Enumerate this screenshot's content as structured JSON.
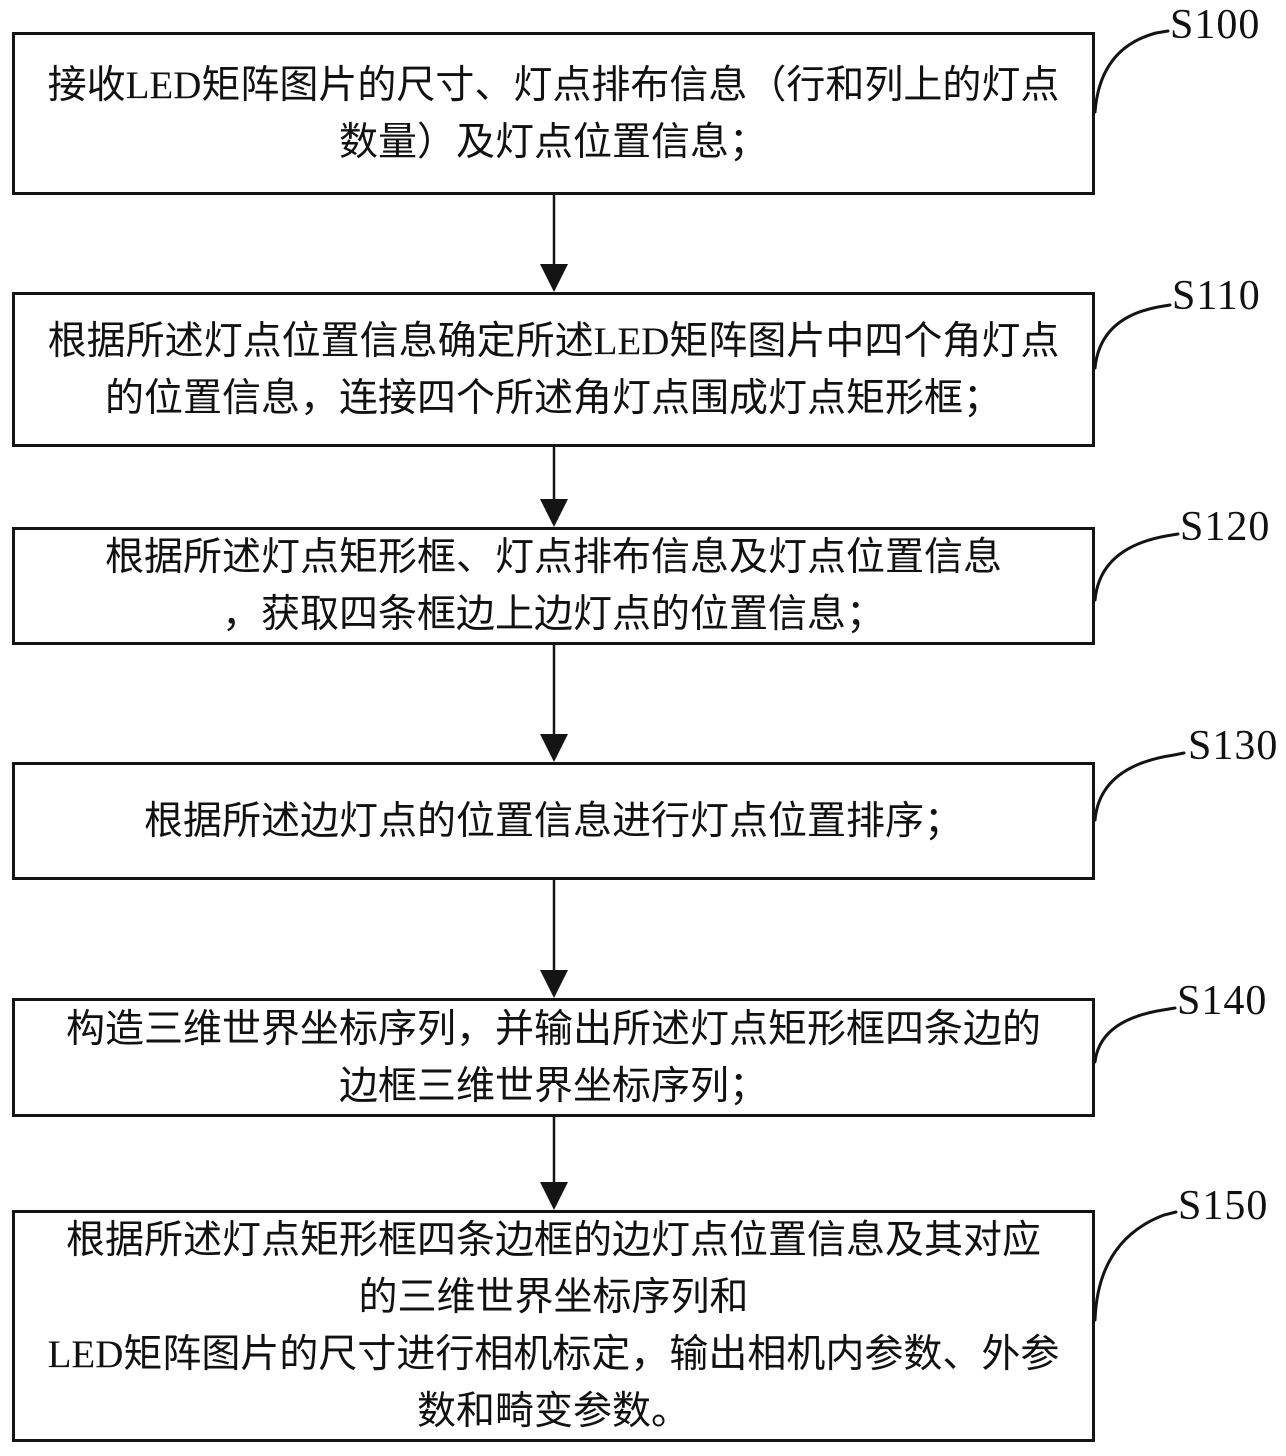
{
  "figure": {
    "type": "flowchart",
    "colors": {
      "ink": "#111111",
      "background": "#ffffff"
    },
    "steps": [
      {
        "id": "S100",
        "text": "接收LED矩阵图片的尺寸、灯点排布信息（行和列上的灯点\n数量）及灯点位置信息；"
      },
      {
        "id": "S110",
        "text": "根据所述灯点位置信息确定所述LED矩阵图片中四个角灯点\n的位置信息，连接四个所述角灯点围成灯点矩形框；"
      },
      {
        "id": "S120",
        "text": "根据所述灯点矩形框、灯点排布信息及灯点位置信息\n，获取四条框边上边灯点的位置信息；"
      },
      {
        "id": "S130",
        "text": "根据所述边灯点的位置信息进行灯点位置排序；"
      },
      {
        "id": "S140",
        "text": "构造三维世界坐标序列，并输出所述灯点矩形框四条边的\n边框三维世界坐标序列；"
      },
      {
        "id": "S150",
        "text": "根据所述灯点矩形框四条边框的边灯点位置信息及其对应\n的三维世界坐标序列和\nLED矩阵图片的尺寸进行相机标定，输出相机内参数、外参\n数和畸变参数。"
      }
    ]
  }
}
